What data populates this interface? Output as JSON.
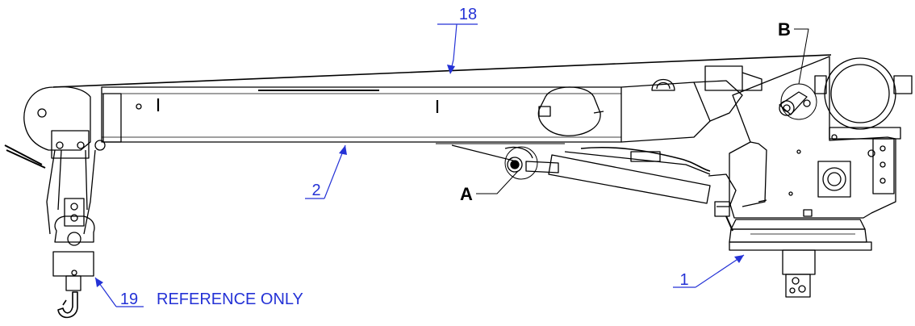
{
  "callouts": {
    "c18": "18",
    "c2": "2",
    "c19": "19",
    "c19_note": "REFERENCE ONLY",
    "c1": "1",
    "detail_a": "A",
    "detail_b": "B"
  },
  "colors": {
    "callout": "#2432d6",
    "line": "#000000",
    "detail_letter": "#000000"
  },
  "icons": [
    "hook-icon",
    "sheave-icon",
    "hydraulic-cylinder-icon",
    "pivot-pin-icon"
  ]
}
